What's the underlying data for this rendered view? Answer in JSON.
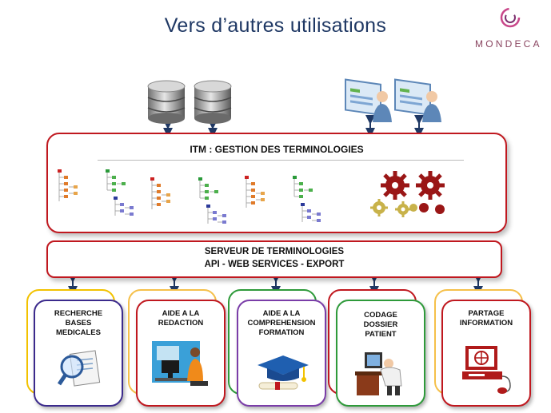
{
  "title": "Vers d’autres utilisations",
  "logo": {
    "text": "MONDECA"
  },
  "itm": {
    "title": "ITM : GESTION DES TERMINOLOGIES"
  },
  "serveur": {
    "line1": "SERVEUR DE TERMINOLOGIES",
    "line2": "API - WEB SERVICES - EXPORT"
  },
  "uses": [
    {
      "lines": [
        "RECHERCHE",
        "BASES",
        "MEDICALES"
      ],
      "front": "#3b2a8c",
      "back": "#f2c200",
      "icon": "magnifier-document-icon"
    },
    {
      "lines": [
        "AIDE A LA",
        "REDACTION"
      ],
      "front": "#c0181f",
      "back": "#f5c04a",
      "icon": "person-at-computer-icon"
    },
    {
      "lines": [
        "AIDE A LA",
        "COMPREHENSION",
        "FORMATION"
      ],
      "front": "#7a3da8",
      "back": "#2e9a3a",
      "icon": "graduation-cap-icon"
    },
    {
      "lines": [
        "CODAGE",
        "DOSSIER",
        "PATIENT"
      ],
      "front": "#2e9a3a",
      "back": "#c0181f",
      "icon": "tired-worker-icon"
    },
    {
      "lines": [
        "PARTAGE",
        "INFORMATION"
      ],
      "front": "#c0181f",
      "back": "#f5c04a",
      "icon": "web-terminal-icon"
    }
  ]
}
